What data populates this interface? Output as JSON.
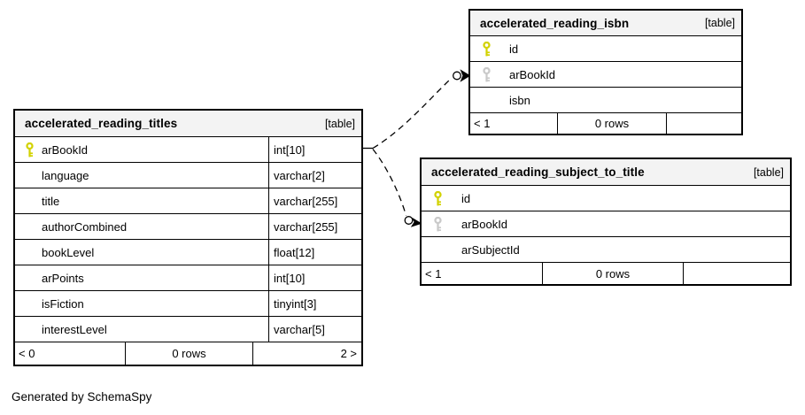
{
  "note": {
    "text": "Generated by SchemaSpy"
  },
  "colors": {
    "primary_key": "#d2d200",
    "foreign_key": "#c9c9c9",
    "header_bg": "#f3f3f3",
    "border": "#000000",
    "background": "#ffffff"
  },
  "tables": [
    {
      "title": "accelerated_reading_titles",
      "tag": "[table]",
      "columns": [
        {
          "name": "arBookId",
          "type": "int[10]",
          "key": "primary"
        },
        {
          "name": "language",
          "type": "varchar[2]",
          "key": "none"
        },
        {
          "name": "title",
          "type": "varchar[255]",
          "key": "none"
        },
        {
          "name": "authorCombined",
          "type": "varchar[255]",
          "key": "none"
        },
        {
          "name": "bookLevel",
          "type": "float[12]",
          "key": "none"
        },
        {
          "name": "arPoints",
          "type": "int[10]",
          "key": "none"
        },
        {
          "name": "isFiction",
          "type": "tinyint[3]",
          "key": "none"
        },
        {
          "name": "interestLevel",
          "type": "varchar[5]",
          "key": "none"
        }
      ],
      "footer": {
        "left": "< 0",
        "center": "0 rows",
        "right": "2 >"
      }
    },
    {
      "title": "accelerated_reading_isbn",
      "tag": "[table]",
      "columns": [
        {
          "name": "id",
          "key": "primary"
        },
        {
          "name": "arBookId",
          "key": "foreign"
        },
        {
          "name": "isbn",
          "key": "none"
        }
      ],
      "footer": {
        "left": "< 1",
        "center": "0 rows",
        "right": ""
      }
    },
    {
      "title": "accelerated_reading_subject_to_title",
      "tag": "[table]",
      "columns": [
        {
          "name": "id",
          "key": "primary"
        },
        {
          "name": "arBookId",
          "key": "foreign"
        },
        {
          "name": "arSubjectId",
          "key": "none"
        }
      ],
      "footer": {
        "left": "< 1",
        "center": "0 rows",
        "right": ""
      }
    }
  ],
  "relationships": [
    {
      "from": "accelerated_reading_titles.arBookId",
      "to": "accelerated_reading_isbn.arBookId"
    },
    {
      "from": "accelerated_reading_titles.arBookId",
      "to": "accelerated_reading_subject_to_title.arBookId"
    }
  ]
}
